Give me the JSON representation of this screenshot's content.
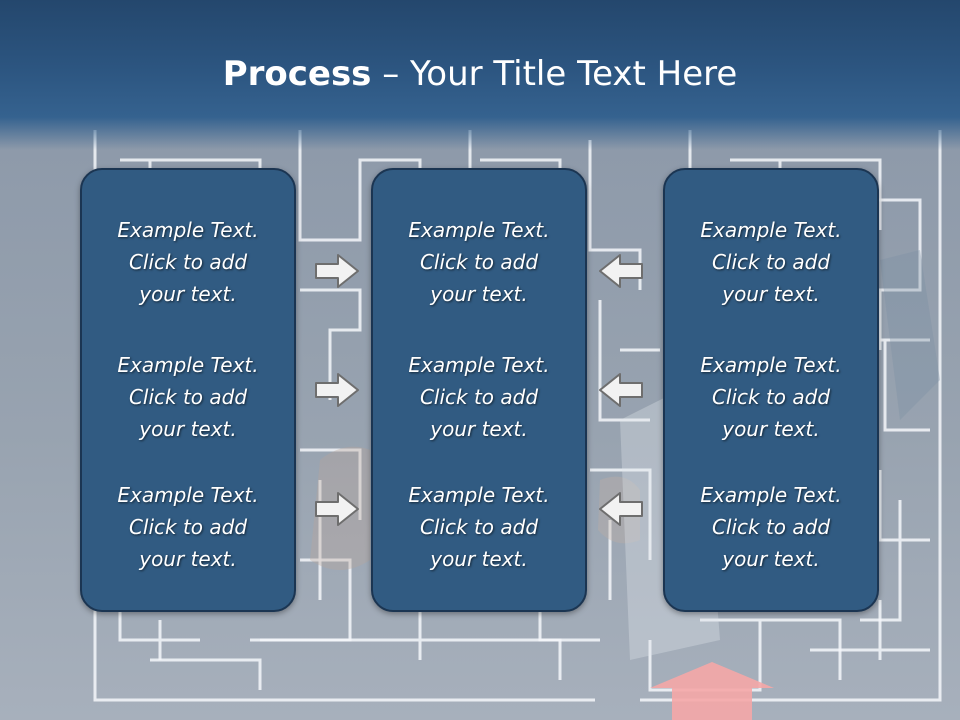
{
  "title": {
    "bold": "Process",
    "rest": " – Your Title Text Here"
  },
  "columns": [
    {
      "items": [
        {
          "lines": [
            "Example Text.",
            "Click  to add",
            "your text."
          ]
        },
        {
          "lines": [
            "Example Text.",
            "Click  to add",
            "your text."
          ]
        },
        {
          "lines": [
            "Example Text.",
            "Click  to add",
            "your text."
          ]
        }
      ]
    },
    {
      "items": [
        {
          "lines": [
            "Example Text.",
            "Click  to add",
            "your text."
          ]
        },
        {
          "lines": [
            "Example Text.",
            "Click  to add",
            "your text."
          ]
        },
        {
          "lines": [
            "Example Text.",
            "Click  to add",
            "your text."
          ]
        }
      ]
    },
    {
      "items": [
        {
          "lines": [
            "Example Text.",
            "Click  to add",
            "your text."
          ]
        },
        {
          "lines": [
            "Example Text.",
            "Click  to add",
            "your text."
          ]
        },
        {
          "lines": [
            "Example Text.",
            "Click  to add",
            "your text."
          ]
        }
      ]
    }
  ],
  "icons": {
    "right_arrow": "right-arrow-icon",
    "left_arrow": "left-arrow-icon",
    "up_arrow": "up-arrow-icon"
  },
  "colors": {
    "box_fill": "#315b82",
    "box_border": "#1b3552",
    "title_bar": "#2c5580",
    "arrow_fill": "#f2f2f2",
    "arrow_stroke": "#6e6e6e",
    "up_arrow": "#f5a7a7"
  }
}
